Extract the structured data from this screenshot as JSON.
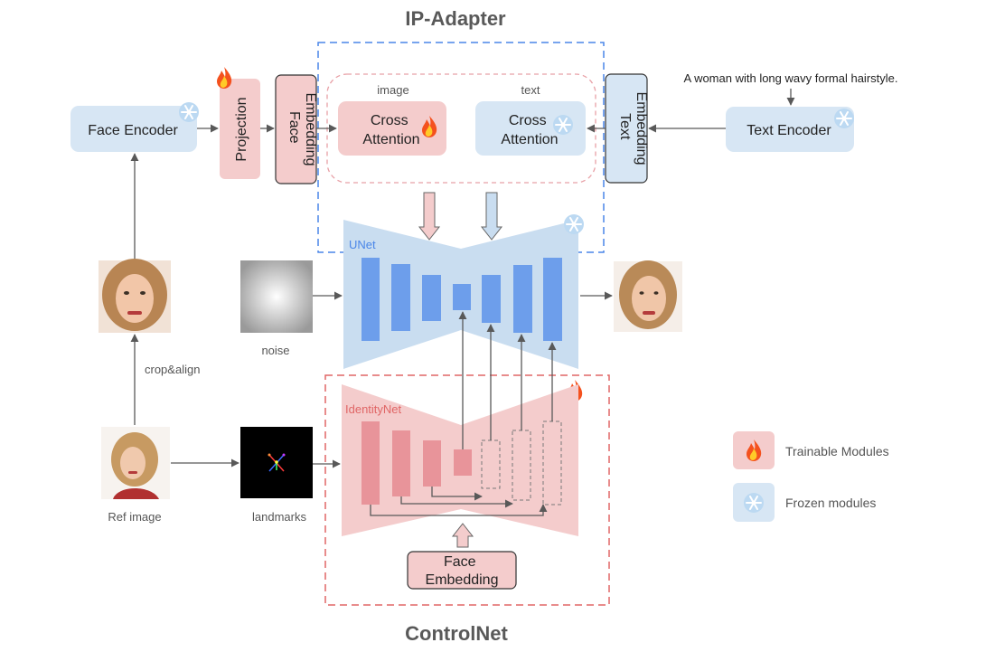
{
  "titles": {
    "top": "IP-Adapter",
    "bottom": "ControlNet"
  },
  "nodes": {
    "face_encoder": "Face Encoder",
    "projection": "Projection",
    "face_embedding_top": [
      "Face",
      "Embedding"
    ],
    "cross_attention_image_caption": "image",
    "cross_attention_image": [
      "Cross",
      "Attention"
    ],
    "cross_attention_text_caption": "text",
    "cross_attention_text": [
      "Cross",
      "Attention"
    ],
    "text_embedding": [
      "Text",
      "Embedding"
    ],
    "text_encoder": "Text Encoder",
    "prompt": "A woman with long wavy formal hairstyle.",
    "unet": "UNet",
    "identitynet": "IdentityNet",
    "noise": "noise",
    "crop_align": "crop&align",
    "ref_image": "Ref image",
    "landmarks": "landmarks",
    "face_embedding_bottom": [
      "Face",
      "Embedding"
    ]
  },
  "legend": {
    "trainable": "Trainable Modules",
    "frozen": "Frozen modules"
  },
  "icons": {
    "trainable": "fire-icon",
    "frozen": "snowflake-icon"
  },
  "colors": {
    "blue_module": "#d7e6f4",
    "pink_module": "#f4cccc",
    "unet_fill": "#c9ddf0",
    "unet_bar": "#6d9eeb",
    "identitynet_fill": "#f4cccc",
    "identitynet_bar": "#e8949a",
    "ip_adapter_border": "#4a86e8",
    "controlnet_border": "#e06666",
    "arrow": "#595959"
  }
}
